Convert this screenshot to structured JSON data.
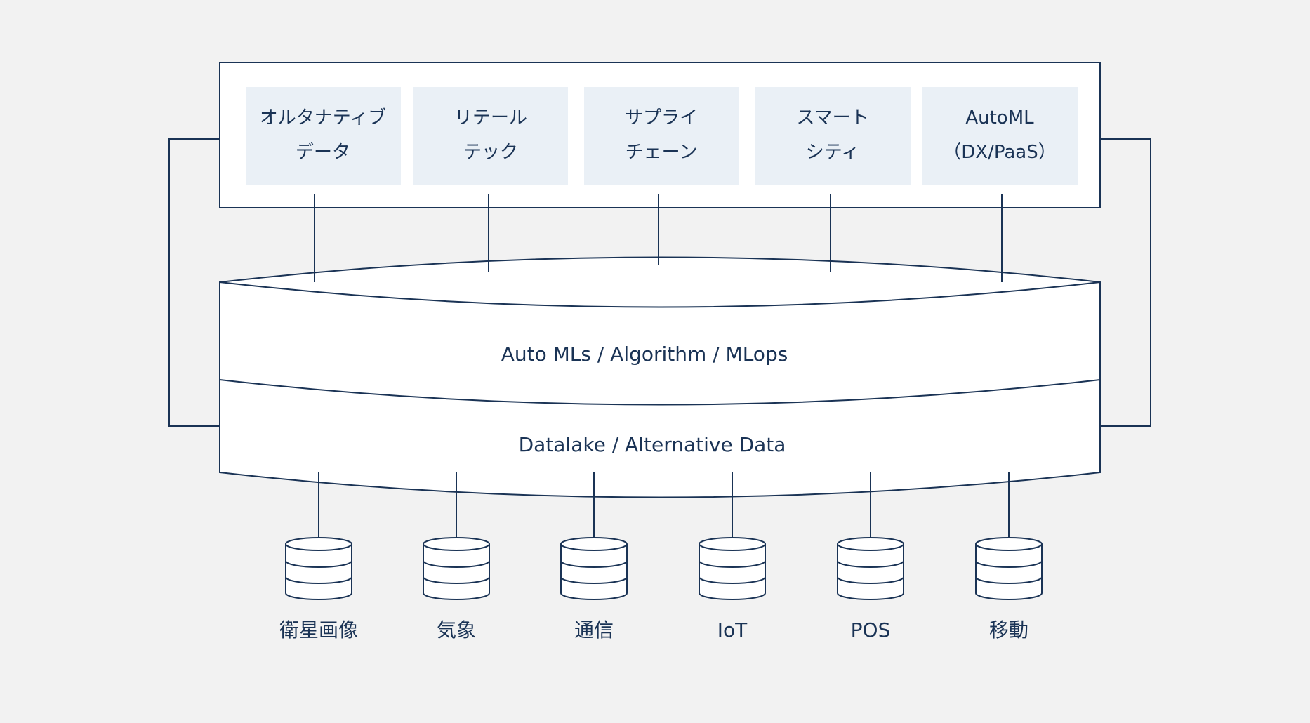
{
  "colors": {
    "background": "#f2f2f2",
    "line": "#1a3355",
    "text": "#1a3355",
    "box_fill": "#ffffff",
    "tile_fill": "#eaf0f6"
  },
  "applications": [
    {
      "line1": "オルタナティブ",
      "line2": "データ"
    },
    {
      "line1": "リテール",
      "line2": "テック"
    },
    {
      "line1": "サプライ",
      "line2": "チェーン"
    },
    {
      "line1": "スマート",
      "line2": "シティ"
    },
    {
      "line1": "AutoML",
      "line2": "（DX/PaaS）"
    }
  ],
  "platform": {
    "upper_layer": "Auto MLs / Algorithm / MLops",
    "lower_layer": "Datalake / Alternative Data"
  },
  "sources": [
    {
      "label": "衛星画像",
      "icon": "database-icon"
    },
    {
      "label": "気象",
      "icon": "database-icon"
    },
    {
      "label": "通信",
      "icon": "database-icon"
    },
    {
      "label": "IoT",
      "icon": "database-icon"
    },
    {
      "label": "POS",
      "icon": "database-icon"
    },
    {
      "label": "移動",
      "icon": "database-icon"
    }
  ]
}
